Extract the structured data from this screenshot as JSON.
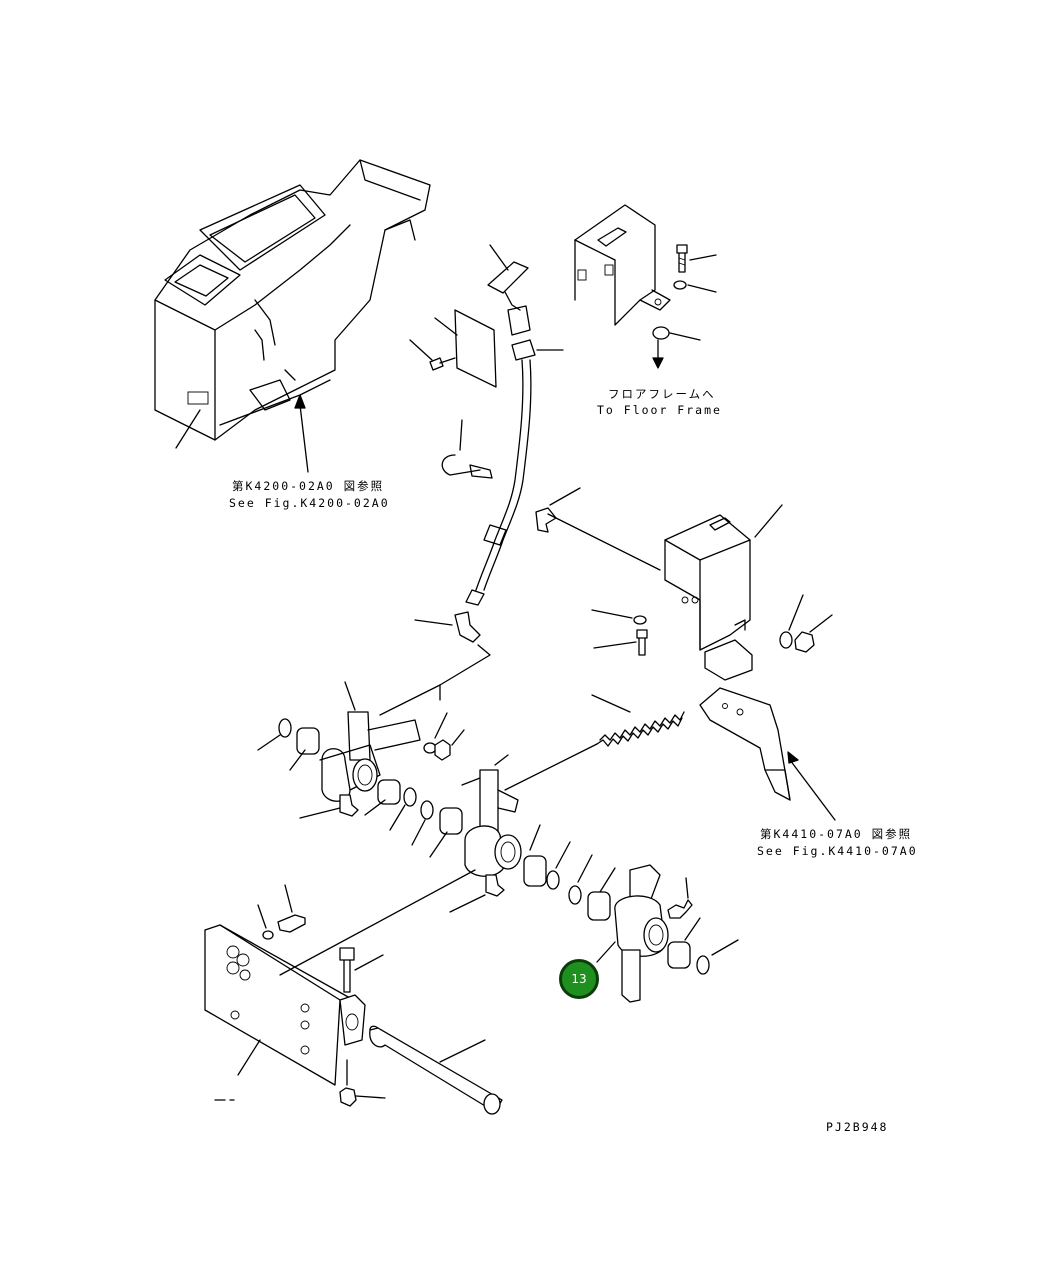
{
  "labels": {
    "floor_frame_jp": "フロアフレームへ",
    "floor_frame_en": "To Floor Frame",
    "ref1_jp": "第K4200-02A0 図参照",
    "ref1_en": "See Fig.K4200-02A0",
    "ref2_jp": "第K4410-07A0 図参照",
    "ref2_en": "See Fig.K4410-07A0",
    "drawing_no": "PJ2B948"
  },
  "callout": {
    "number": "13",
    "fill": "#1f8f1f",
    "border": "#0b3d0b"
  }
}
